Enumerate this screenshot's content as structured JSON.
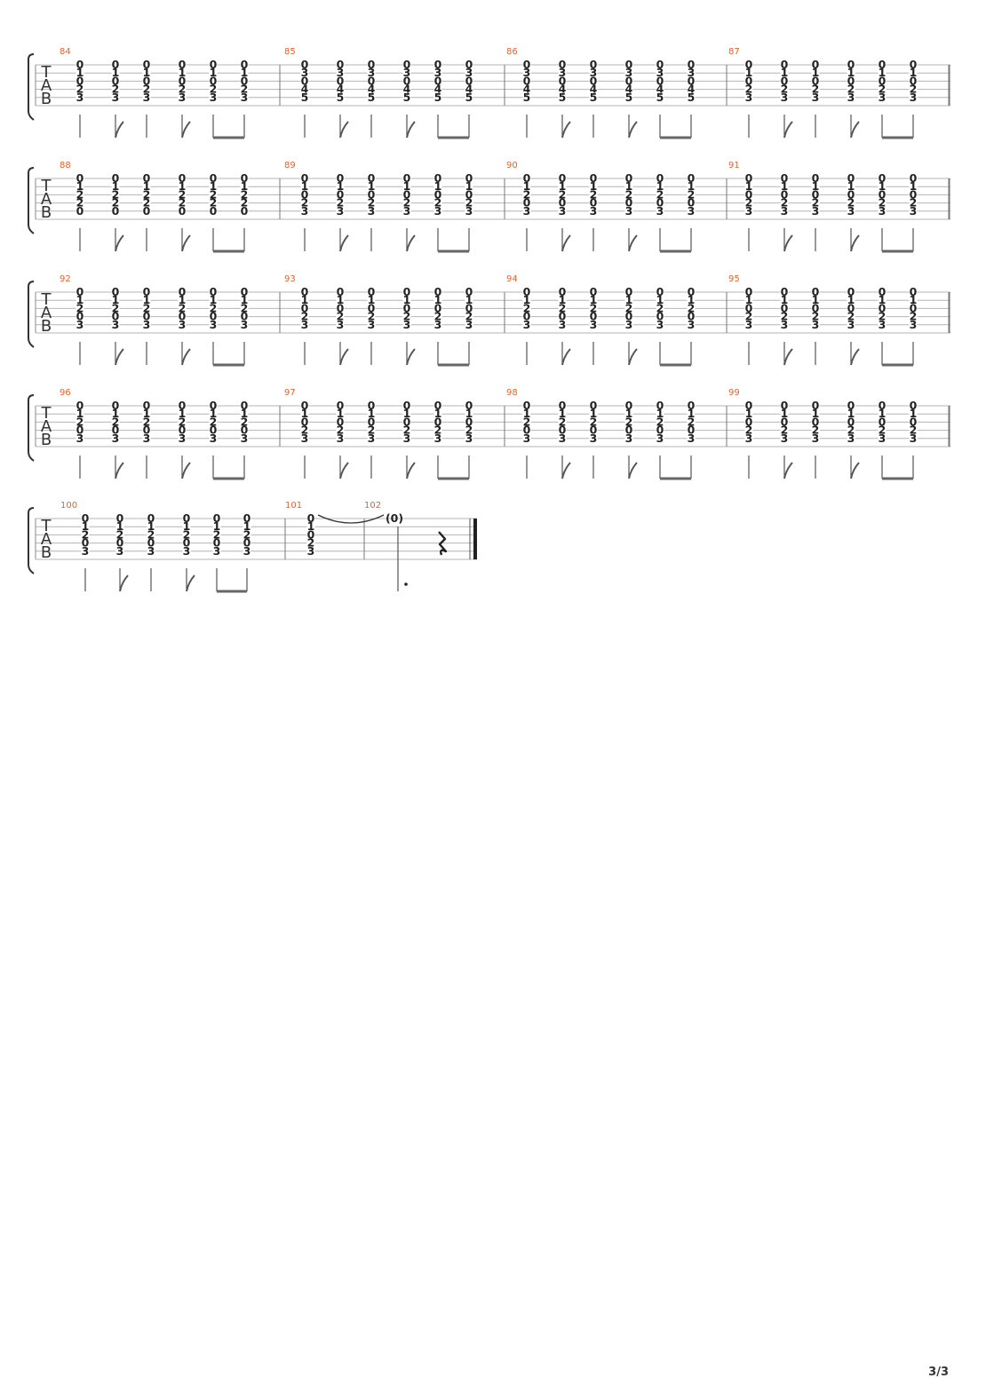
{
  "document": {
    "page_number": "3/3",
    "tab_label_letters": [
      "T",
      "A",
      "B"
    ],
    "tied_note_label": "(0)"
  },
  "rows": [
    {
      "measures": [
        {
          "number": "84",
          "chords": [
            "0,1,0,2,3",
            "0,1,0,2,3",
            "0,1,0,2,3",
            "0,1,0,2,3",
            "0,1,0,2,3",
            "0,1,0,2,3"
          ]
        },
        {
          "number": "85",
          "chords": [
            "0,3,0,4,5",
            "0,3,0,4,5",
            "0,3,0,4,5",
            "0,3,0,4,5",
            "0,3,0,4,5",
            "0,3,0,4,5"
          ]
        },
        {
          "number": "86",
          "chords": [
            "0,3,0,4,5",
            "0,3,0,4,5",
            "0,3,0,4,5",
            "0,3,0,4,5",
            "0,3,0,4,5",
            "0,3,0,4,5"
          ]
        },
        {
          "number": "87",
          "chords": [
            "0,1,0,2,3",
            "0,1,0,2,3",
            "0,1,0,2,3",
            "0,1,0,2,3",
            "0,1,0,2,3",
            "0,1,0,2,3"
          ]
        }
      ]
    },
    {
      "measures": [
        {
          "number": "88",
          "chords": [
            "0,1,2,2,0",
            "0,1,2,2,0",
            "0,1,2,2,0",
            "0,1,2,2,0",
            "0,1,2,2,0",
            "0,1,2,2,0"
          ]
        },
        {
          "number": "89",
          "chords": [
            "0,1,0,2,3",
            "0,1,0,2,3",
            "0,1,0,2,3",
            "0,1,0,2,3",
            "0,1,0,2,3",
            "0,1,0,2,3"
          ]
        },
        {
          "number": "90",
          "chords": [
            "0,1,2,0,3",
            "0,1,2,0,3",
            "0,1,2,0,3",
            "0,1,2,0,3",
            "0,1,2,0,3",
            "0,1,2,0,3"
          ]
        },
        {
          "number": "91",
          "chords": [
            "0,1,0,2,3",
            "0,1,0,2,3",
            "0,1,0,2,3",
            "0,1,0,2,3",
            "0,1,0,2,3",
            "0,1,0,2,3"
          ]
        }
      ]
    },
    {
      "measures": [
        {
          "number": "92",
          "chords": [
            "0,1,2,0,3",
            "0,1,2,0,3",
            "0,1,2,0,3",
            "0,1,2,0,3",
            "0,1,2,0,3",
            "0,1,2,0,3"
          ]
        },
        {
          "number": "93",
          "chords": [
            "0,1,0,2,3",
            "0,1,0,2,3",
            "0,1,0,2,3",
            "0,1,0,2,3",
            "0,1,0,2,3",
            "0,1,0,2,3"
          ]
        },
        {
          "number": "94",
          "chords": [
            "0,1,2,0,3",
            "0,1,2,0,3",
            "0,1,2,0,3",
            "0,1,2,0,3",
            "0,1,2,0,3",
            "0,1,2,0,3"
          ]
        },
        {
          "number": "95",
          "chords": [
            "0,1,0,2,3",
            "0,1,0,2,3",
            "0,1,0,2,3",
            "0,1,0,2,3",
            "0,1,0,2,3",
            "0,1,0,2,3"
          ]
        }
      ]
    },
    {
      "measures": [
        {
          "number": "96",
          "chords": [
            "0,1,2,0,3",
            "0,1,2,0,3",
            "0,1,2,0,3",
            "0,1,2,0,3",
            "0,1,2,0,3",
            "0,1,2,0,3"
          ]
        },
        {
          "number": "97",
          "chords": [
            "0,1,0,2,3",
            "0,1,0,2,3",
            "0,1,0,2,3",
            "0,1,0,2,3",
            "0,1,0,2,3",
            "0,1,0,2,3"
          ]
        },
        {
          "number": "98",
          "chords": [
            "0,1,2,0,3",
            "0,1,2,0,3",
            "0,1,2,0,3",
            "0,1,2,0,3",
            "0,1,2,0,3",
            "0,1,2,0,3"
          ]
        },
        {
          "number": "99",
          "chords": [
            "0,1,0,2,3",
            "0,1,0,2,3",
            "0,1,0,2,3",
            "0,1,0,2,3",
            "0,1,0,2,3",
            "0,1,0,2,3"
          ]
        }
      ]
    },
    {
      "measures": [
        {
          "number": "100",
          "chords": [
            "0,1,2,0,3",
            "0,1,2,0,3",
            "0,1,2,0,3",
            "0,1,2,0,3",
            "0,1,2,0,3",
            "0,1,2,0,3"
          ]
        },
        {
          "number": "101",
          "chords": [
            "0,1,0,2,3"
          ]
        },
        {
          "number": "102",
          "chords": []
        }
      ]
    }
  ],
  "colors": {
    "measure_number": "#e8612c",
    "staff_line": "#b4b4b4",
    "fret_text": "#222222",
    "stem": "#555555"
  }
}
